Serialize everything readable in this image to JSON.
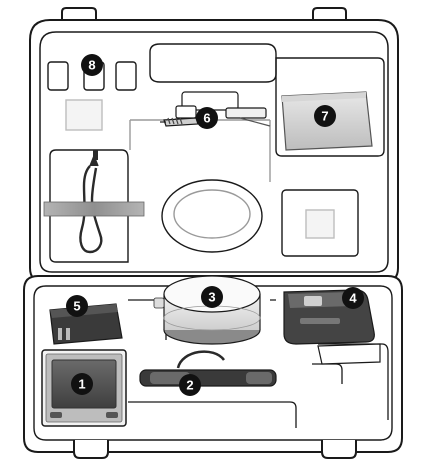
{
  "diagram": {
    "callouts": [
      {
        "id": "1",
        "label": "1"
      },
      {
        "id": "2",
        "label": "2"
      },
      {
        "id": "3",
        "label": "3"
      },
      {
        "id": "4",
        "label": "4"
      },
      {
        "id": "5",
        "label": "5"
      },
      {
        "id": "6",
        "label": "6"
      },
      {
        "id": "7",
        "label": "7"
      },
      {
        "id": "8",
        "label": "8"
      }
    ]
  },
  "colors": {
    "outline": "#1a1a1a",
    "badge_fill": "#111111",
    "badge_text": "#ffffff",
    "case_fill": "#ffffff",
    "shadow_gray": "#d9d9d9",
    "device_dark": "#3a3a3a",
    "tape": "#9a9a9a"
  }
}
